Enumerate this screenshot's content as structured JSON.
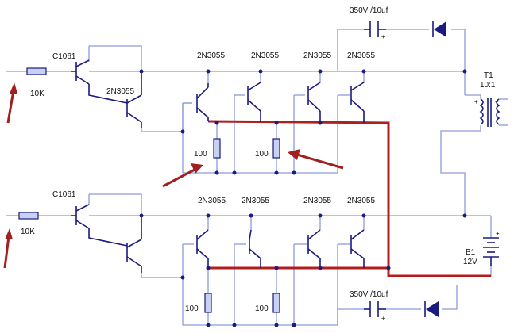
{
  "labels": {
    "top_cap": "350V /10uf",
    "bot_cap": "350V /10uf",
    "top_driver": "C1061",
    "bot_driver": "C1061",
    "top_second": "2N3055",
    "top_res_in": "10K",
    "bot_res_in": "10K",
    "top_t1": "2N3055",
    "top_t2": "2N3055",
    "top_t3": "2N3055",
    "top_t4": "2N3055",
    "bot_t1": "2N3055",
    "bot_t2": "2N3055",
    "bot_t3": "2N3055",
    "bot_t4": "2N3055",
    "top_r1": "100",
    "top_r2": "100",
    "bot_r1": "100",
    "bot_r2": "100",
    "transformer": "T1",
    "ratio": "10:1",
    "battery": "B1",
    "voltage": "12V"
  },
  "colors": {
    "wire": "#8c9bd8",
    "component": "#1a1a80",
    "highlight_wire": "#b01e1e",
    "arrow": "#a31e1e"
  }
}
